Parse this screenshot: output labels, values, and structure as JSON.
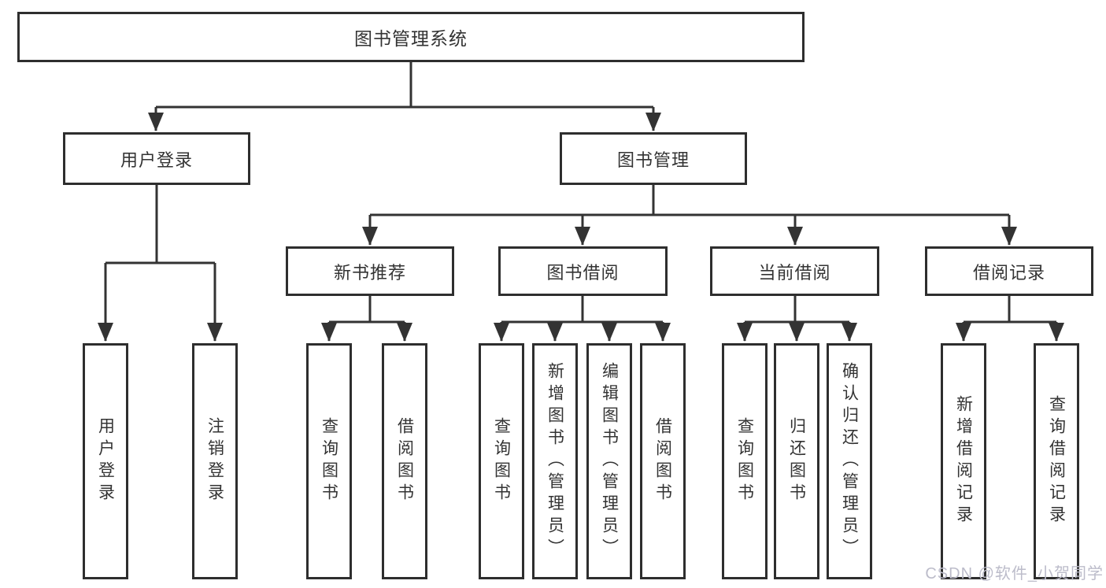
{
  "diagram": {
    "root": {
      "label": "图书管理系统"
    },
    "level2": {
      "user_login": {
        "label": "用户登录"
      },
      "book_mgmt": {
        "label": "图书管理"
      }
    },
    "level3": {
      "new_books": {
        "label": "新书推荐"
      },
      "book_borrow": {
        "label": "图书借阅"
      },
      "current_borrow": {
        "label": "当前借阅"
      },
      "borrow_records": {
        "label": "借阅记录"
      }
    },
    "leaves": {
      "user_login": [
        "用户登录",
        "注销登录"
      ],
      "new_books": [
        "查询图书",
        "借阅图书"
      ],
      "book_borrow": [
        "查询图书",
        "新增图书（管理员）",
        "编辑图书（管理员）",
        "借阅图书"
      ],
      "current_borrow": [
        "查询图书",
        "归还图书",
        "确认归还（管理员）"
      ],
      "borrow_records": [
        "新增借阅记录",
        "查询借阅记录"
      ]
    },
    "colors": {
      "line": "#333333",
      "border": "#2e2e2e",
      "text": "#333333",
      "watermark": "#bcbcca"
    },
    "watermark": "CSDN @软件_小贺同学"
  }
}
